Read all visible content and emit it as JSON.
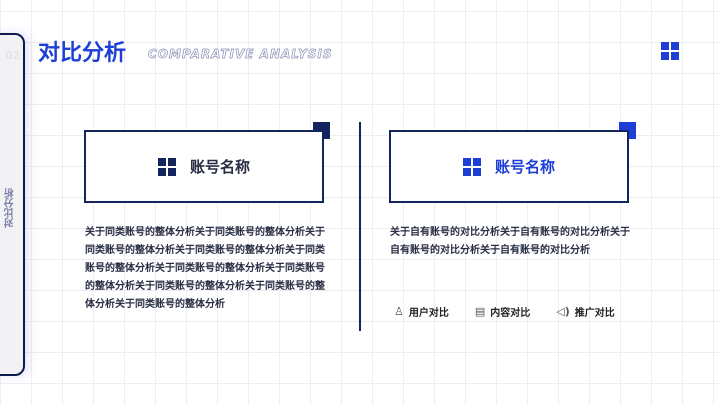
{
  "header": {
    "title": "对比分析",
    "subtitle": "COMPARATIVE ANALYSIS",
    "number": "02"
  },
  "sidebar": {
    "label": "对比分析"
  },
  "left": {
    "card_title": "账号名称",
    "text": "关于同类账号的整体分析关于同类账号的整体分析关于同类账号的整体分析关于同类账号的整体分析关于同类账号的整体分析关于同类账号的整体分析关于同类账号的整体分析关于同类账号的整体分析关于同类账号的整体分析关于同类账号的整体分析"
  },
  "right": {
    "card_title": "账号名称",
    "text": "关于自有账号的对比分析关于自有账号的对比分析关于自有账号的对比分析关于自有账号的对比分析",
    "tags": [
      {
        "icon": "user-icon",
        "label": "用户对比"
      },
      {
        "icon": "document-icon",
        "label": "内容对比"
      },
      {
        "icon": "speaker-icon",
        "label": "推广对比"
      }
    ]
  },
  "colors": {
    "navy": "#14245c",
    "blue": "#1d3fd6"
  }
}
